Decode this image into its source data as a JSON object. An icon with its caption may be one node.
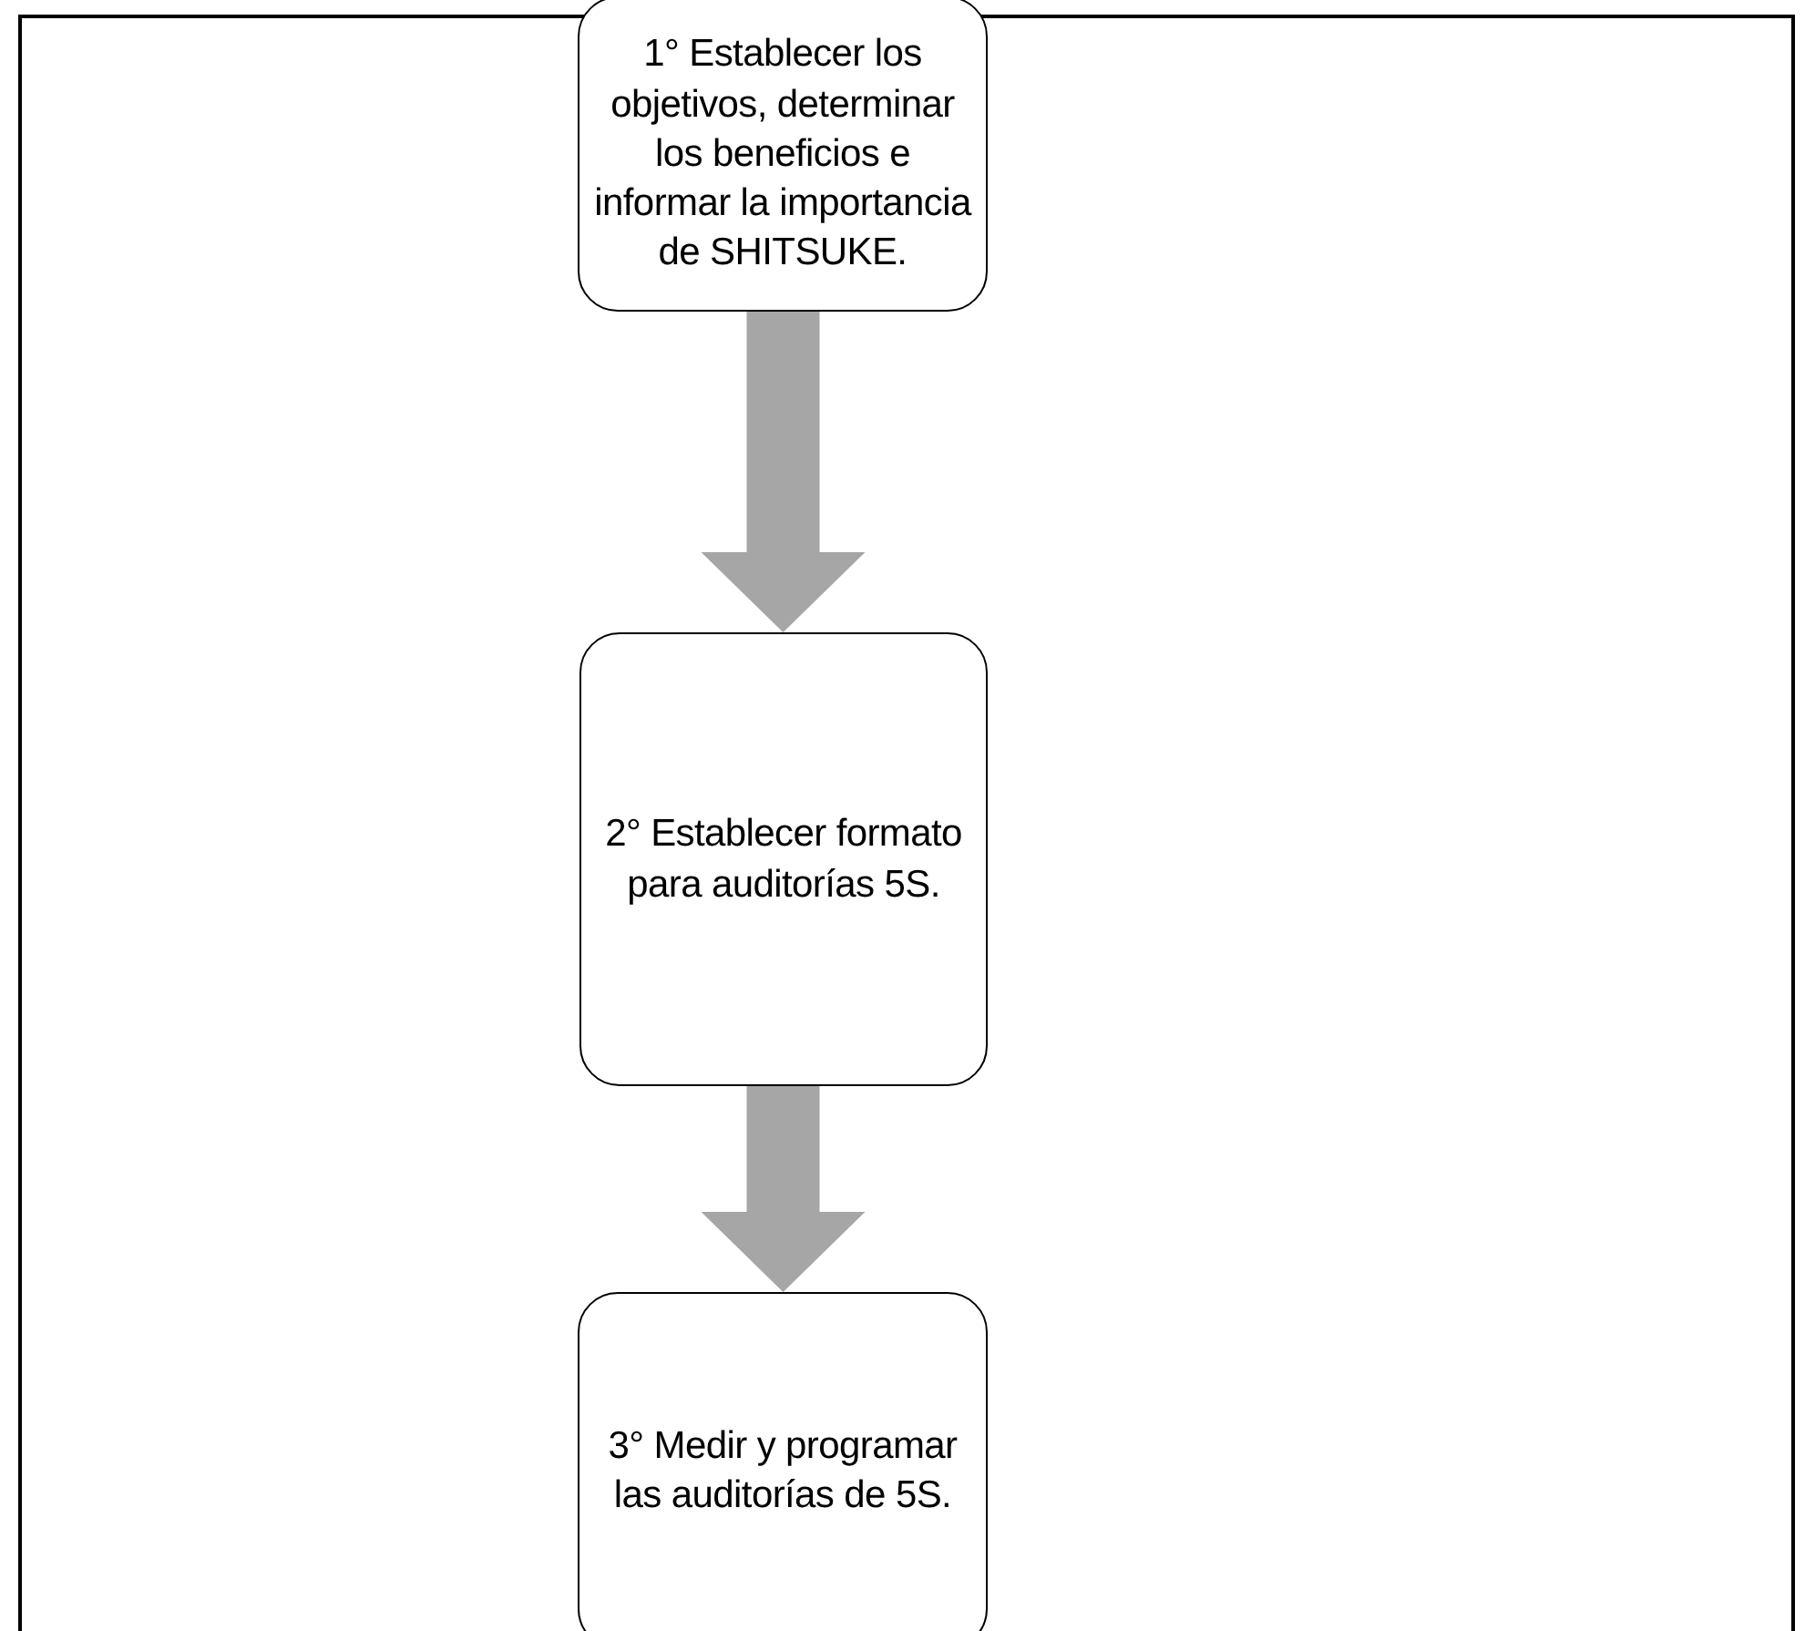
{
  "diagram": {
    "nodes": [
      {
        "text": [
          "1° Establecer los objetivos, determinar los beneficios e informar la importancia de SHITSUKE."
        ]
      },
      {
        "text": [
          "2° Establecer formato para auditorías 5S."
        ]
      },
      {
        "text": [
          "3° Medir y programar las auditorías de 5S."
        ]
      }
    ],
    "edges": [
      {
        "from": 0,
        "to": 1,
        "arrow": "to"
      },
      {
        "from": 1,
        "to": 2,
        "arrow": "to"
      }
    ]
  }
}
